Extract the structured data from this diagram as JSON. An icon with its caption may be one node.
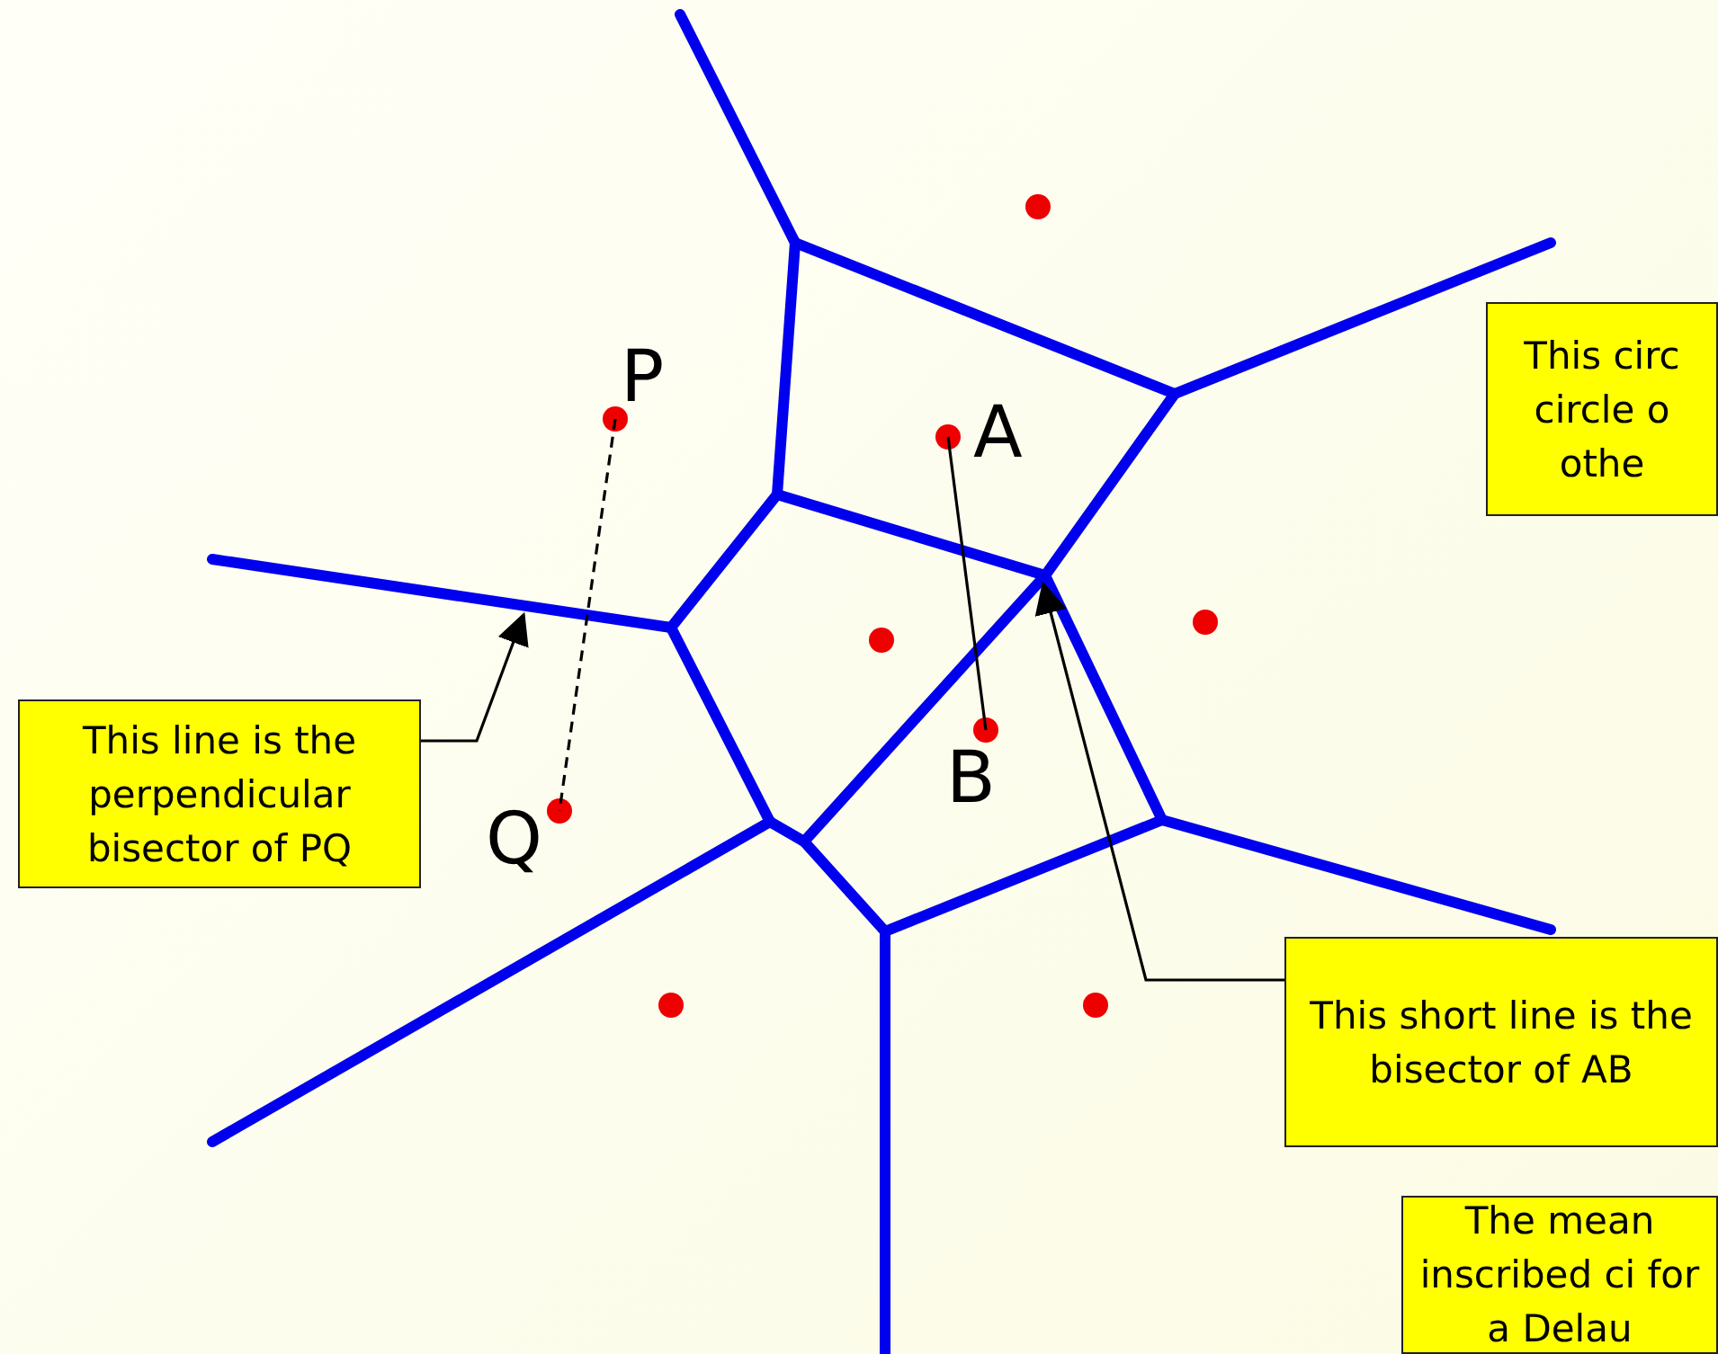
{
  "diagram": {
    "nodes": [
      {
        "text": [
          "This line is the perpendicular bisector of PQ"
        ]
      },
      {
        "text": [
          "This short line is the bisector of AB"
        ]
      },
      {
        "text": [
          "This circ circle o othe"
        ]
      },
      {
        "text": [
          "The mean inscribed ci for a Delau"
        ]
      },
      {
        "text": [
          "P"
        ]
      },
      {
        "text": [
          "Q"
        ]
      },
      {
        "text": [
          "A"
        ]
      },
      {
        "text": [
          "B"
        ]
      }
    ],
    "edges": [
      {
        "from": 0,
        "to": null,
        "arrow": "to"
      },
      {
        "from": 1,
        "to": null,
        "arrow": "to"
      },
      {
        "from": 4,
        "to": 5,
        "arrow": "none",
        "style": "dashed"
      },
      {
        "from": 6,
        "to": 7,
        "arrow": "none"
      }
    ]
  }
}
